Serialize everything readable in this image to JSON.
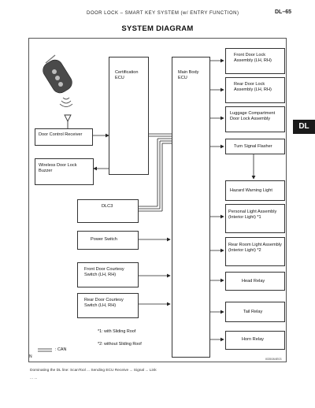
{
  "header": {
    "left_text": "DOOR LOCK – SMART KEY SYSTEM (w/ ENTRY FUNCTION)",
    "page_id": "DL–65"
  },
  "title": "SYSTEM DIAGRAM",
  "tab_label": "DL",
  "ecus": {
    "certification": "Certification ECU",
    "main_body": "Main Body ECU"
  },
  "left_components": {
    "door_control_receiver": "Door Control Receiver",
    "wireless_buzzer": "Wireless Door Lock Buzzer",
    "dlc3": "DLC3",
    "power_switch": "Power Switch",
    "front_courtesy": "Front Door Courtesy Switch (LH, RH)",
    "rear_courtesy": "Rear Door Courtesy Switch (LH, RH)"
  },
  "right_components": {
    "front_lock": "Front Door Lock Assembly (LH, RH)",
    "rear_lock": "Rear Door Lock Assembly (LH, RH)",
    "luggage_lock": "Luggage Compartment Door Lock Assembly",
    "turn_flasher": "Turn Signal Flasher",
    "hazard_light": "Hazard Warning Light",
    "personal_light": "Personal Light Assembly (Interior Light) *1",
    "rear_room_light": "Rear Room Light Assembly (Interior Light) *2",
    "head_relay": "Head Relay",
    "tail_relay": "Tail Relay",
    "horn_relay": "Horn Relay"
  },
  "footnotes": {
    "note1": "*1: with Sliding Roof",
    "note2": "*2: without Sliding Roof",
    "can_legend": ": CAN",
    "figure_code": "I035084E03",
    "corner_mark": "N"
  },
  "footer": {
    "line1": "Dominating the DL line: ScanTool ... Sending ECU Receive ... Signal ... Link",
    "line2": "... ..."
  }
}
